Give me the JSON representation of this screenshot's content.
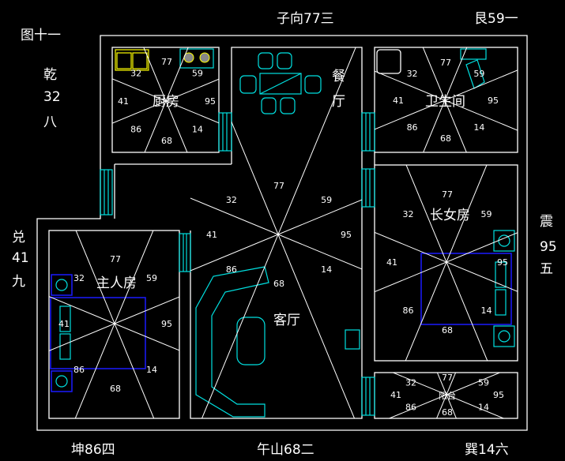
{
  "figure_title": "图十一",
  "directions": {
    "qian": [
      "乾",
      "32",
      "八"
    ],
    "dui": [
      "兑",
      "41",
      "九"
    ],
    "zhen": [
      "震",
      "95",
      "五"
    ],
    "top": "子向77三",
    "top_right": "艮59一",
    "bottom_left": "坤86四",
    "bottom_center": "午山68二",
    "bottom_right": "巽14六"
  },
  "rooms": {
    "kitchen": "厨房",
    "dining": [
      "餐",
      "厅"
    ],
    "bathroom": "卫生间",
    "living": "客厅",
    "master_bedroom": "主人房",
    "daughter_room": "长女房",
    "balcony": "阳台"
  },
  "numbers": [
    "77",
    "32",
    "59",
    "41",
    "95",
    "86",
    "68",
    "14"
  ],
  "colors": {
    "background": "#000000",
    "walls": "#ffffff",
    "furniture": "#00e0e0",
    "bed": "#1a1aff",
    "kitchen_fixtures": "#ffff00"
  }
}
